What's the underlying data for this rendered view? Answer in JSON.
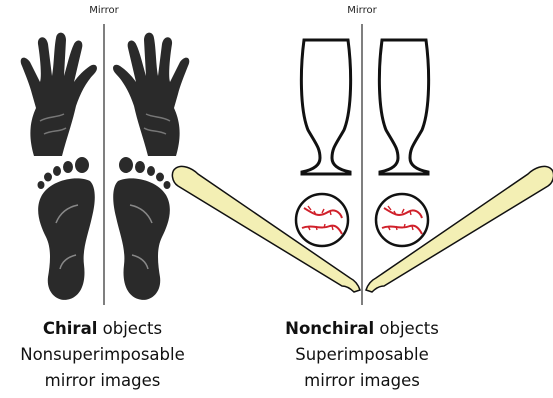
{
  "mirror_label_left": "Mirror",
  "mirror_label_right": "Mirror",
  "left_caption": {
    "emphasis": "Chiral",
    "rest": " objects",
    "line2": "Nonsuperimposable",
    "line3": "mirror images"
  },
  "right_caption": {
    "emphasis": "Nonchiral",
    "rest": " objects",
    "line2": "Superimposable",
    "line3": "mirror images"
  },
  "objects": {
    "chiral": [
      "hand",
      "foot"
    ],
    "nonchiral": [
      "wine-glass",
      "baseball",
      "baseball-bat"
    ]
  },
  "colors": {
    "print": "#2a2a2a",
    "mirror_line": "#555555",
    "bat_fill": "#f3efb4",
    "ball_stitch": "#d0202a",
    "outline": "#111111"
  }
}
